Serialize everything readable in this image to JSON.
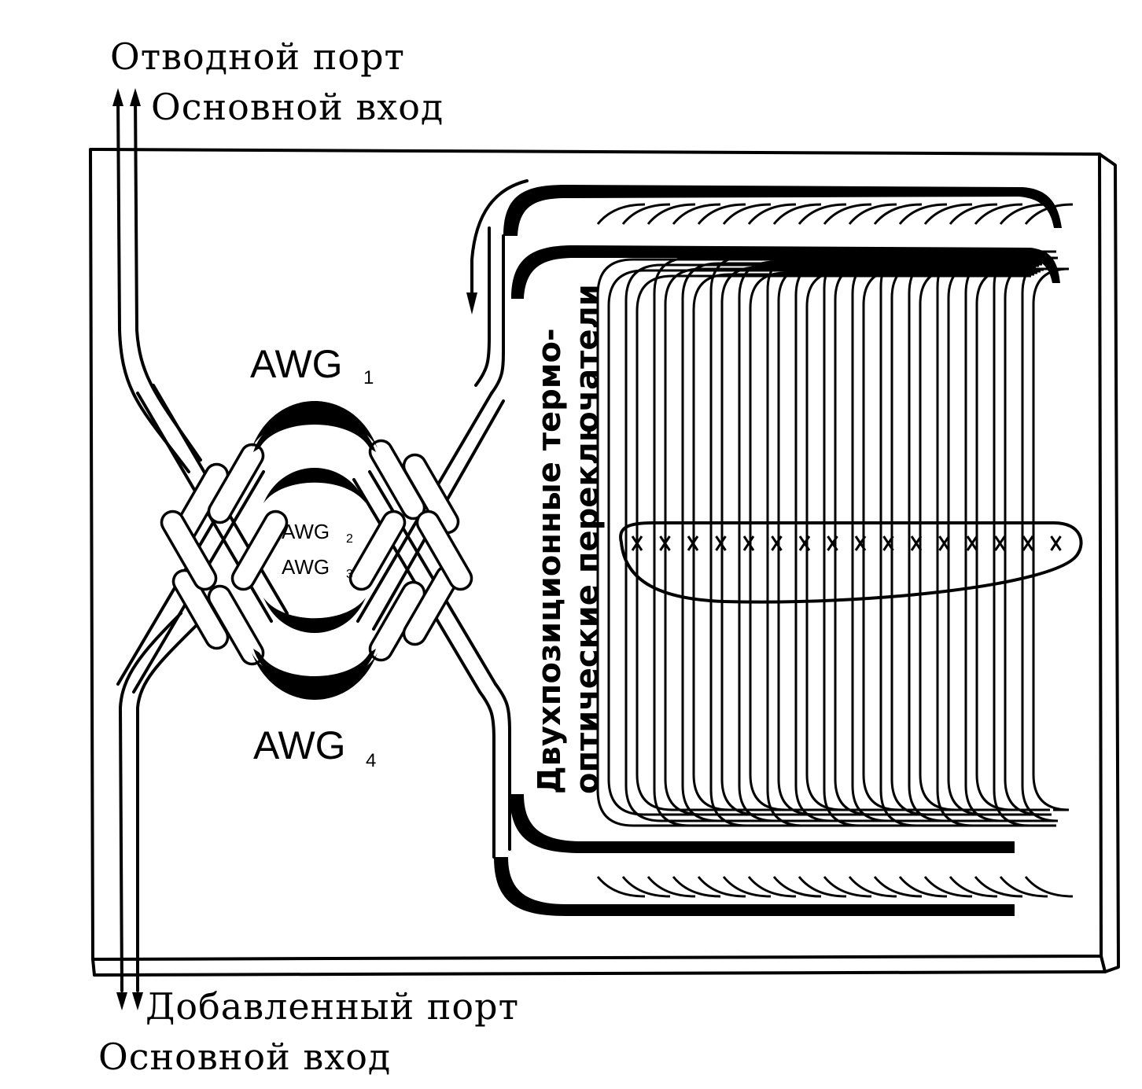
{
  "labels": {
    "top_drop_port": "Отводной порт",
    "top_main_input": "Основной вход",
    "bottom_add_port": "Добавленный порт",
    "bottom_main_input": "Основной вход",
    "awg1": "AWG",
    "awg1_sub": "1",
    "awg2": "AWG",
    "awg2_sub": "2",
    "awg3": "AWG",
    "awg3_sub": "3",
    "awg4": "AWG",
    "awg4_sub": "4",
    "switches_line1": "Двухпозиционные термо-",
    "switches_line2": "оптические переключатели"
  },
  "colors": {
    "ink": "#000000",
    "paper": "#ffffff"
  },
  "switch_count": 16
}
